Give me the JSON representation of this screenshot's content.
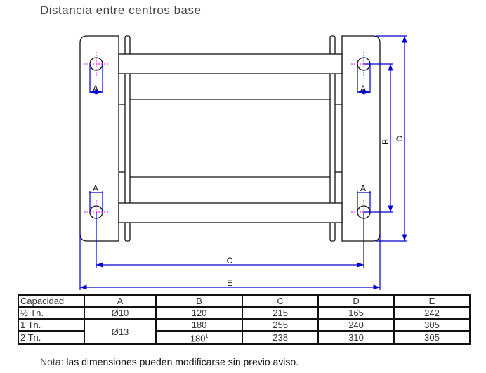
{
  "title": "Distancia entre centros base",
  "drawing": {
    "labels": {
      "A": "A",
      "B": "B",
      "C": "C",
      "D": "D",
      "E": "E"
    },
    "colors": {
      "outline": "#111111",
      "dimension": "#0000cc",
      "centerline": "#e000e0"
    }
  },
  "table": {
    "headers": [
      "Capacidad",
      "A",
      "B",
      "C",
      "D",
      "E"
    ],
    "rows": [
      {
        "capacidad": "½ Tn.",
        "a": "Ø10",
        "b": "120",
        "b_note": "",
        "c": "215",
        "d": "165",
        "e": "242"
      },
      {
        "capacidad": "1 Tn.",
        "a": "Ø13",
        "b": "180",
        "b_note": "",
        "c": "255",
        "d": "240",
        "e": "305"
      },
      {
        "capacidad": "2 Tn.",
        "b": "180",
        "b_note": "1",
        "c": "238",
        "d": "310",
        "e": "305"
      }
    ]
  },
  "note": {
    "label": "Nota:",
    "text": "las dimensiones pueden modificarse sin previo aviso."
  }
}
